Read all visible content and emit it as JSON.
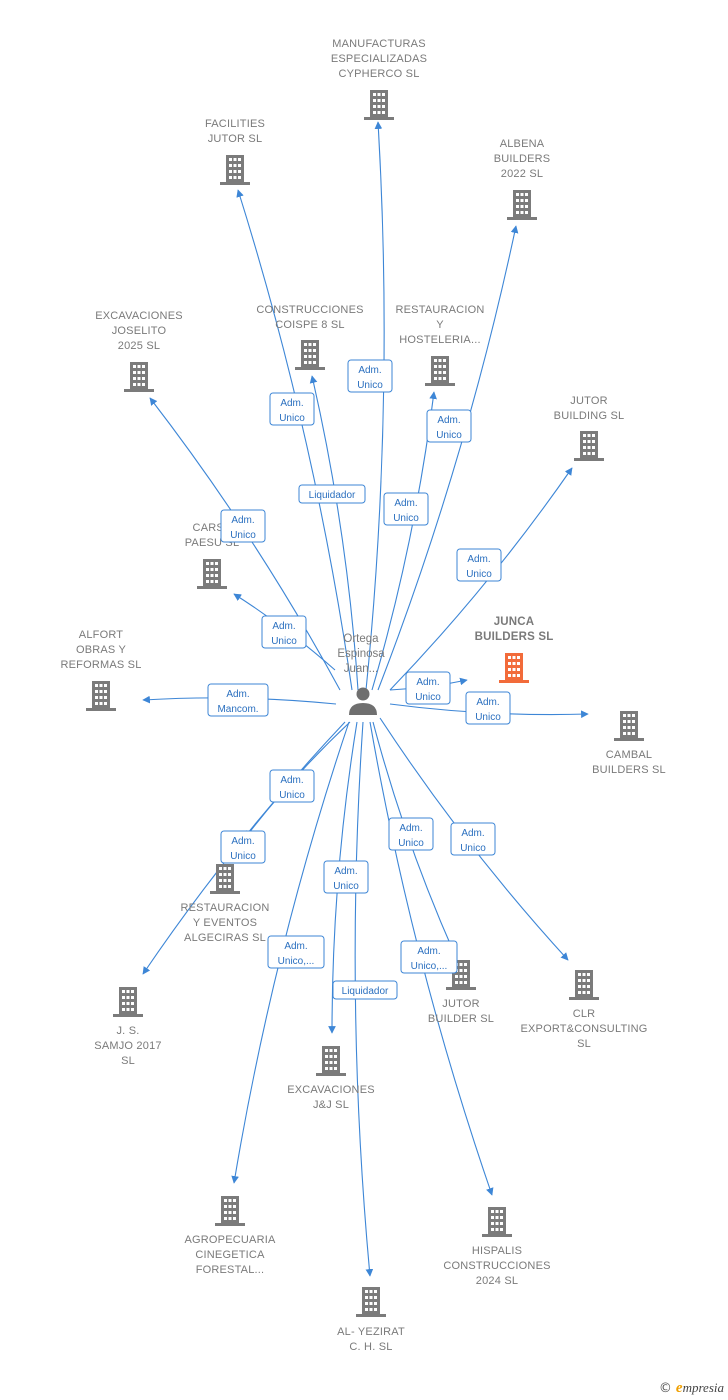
{
  "diagram": {
    "center_label_lines": [
      "Ortega",
      "Espinosa",
      "Juan..."
    ],
    "center_icon": "person-icon",
    "node_icon": "building-icon",
    "colors": {
      "edge": "#3d86d6",
      "building": "#7b7b7b",
      "highlight": "#f26b3a",
      "label": "#7a7a7a"
    },
    "nodes": [
      {
        "id": "manufacturas",
        "label_lines": [
          "MANUFACTURAS",
          "ESPECIALIZADAS",
          "CYPHERCO  SL"
        ],
        "relation": "Adm. Unico"
      },
      {
        "id": "facilities",
        "label_lines": [
          "FACILITIES",
          "JUTOR  SL"
        ],
        "relation": "Adm. Unico"
      },
      {
        "id": "albena",
        "label_lines": [
          "ALBENA",
          "BUILDERS",
          "2022  SL"
        ],
        "relation": "Adm. Unico"
      },
      {
        "id": "excavaciones-joselito",
        "label_lines": [
          "EXCAVACIONES",
          "JOSELITO",
          "2025  SL"
        ],
        "relation": "Adm. Unico"
      },
      {
        "id": "construcciones-coispe",
        "label_lines": [
          "CONSTRUCCIONES",
          "COISPE 8 SL"
        ],
        "relation": "Liquidador"
      },
      {
        "id": "restauracion-hosteleria",
        "label_lines": [
          "RESTAURACION",
          "Y",
          "HOSTELERIA..."
        ],
        "relation": "Adm. Unico"
      },
      {
        "id": "jutor-building",
        "label_lines": [
          "JUTOR",
          "BUILDING  SL"
        ],
        "relation": "Adm. Unico"
      },
      {
        "id": "carsa-paesu",
        "label_lines": [
          "CARSA",
          "PAESU  SL"
        ],
        "relation": "Adm. Unico"
      },
      {
        "id": "junca",
        "label_lines": [
          "JUNCA",
          "BUILDERS  SL"
        ],
        "relation": "Adm. Unico",
        "highlight": true
      },
      {
        "id": "alfort",
        "label_lines": [
          "ALFORT",
          "OBRAS Y",
          "REFORMAS  SL"
        ],
        "relation": "Adm. Mancom."
      },
      {
        "id": "cambal",
        "label_lines": [
          "CAMBAL",
          "BUILDERS  SL"
        ],
        "relation": "Adm. Unico"
      },
      {
        "id": "restauracion-eventos",
        "label_lines": [
          "RESTAURACION",
          "Y EVENTOS",
          "ALGECIRAS SL"
        ],
        "relation": "Adm. Unico"
      },
      {
        "id": "js-samjo",
        "label_lines": [
          "J.  S.",
          "SAMJO 2017",
          "SL"
        ],
        "relation": "Adm. Unico"
      },
      {
        "id": "excavaciones-jj",
        "label_lines": [
          "EXCAVACIONES",
          "J&J  SL"
        ],
        "relation": "Adm. Unico"
      },
      {
        "id": "jutor-builder",
        "label_lines": [
          "JUTOR",
          "BUILDER  SL"
        ],
        "relation": "Adm. Unico"
      },
      {
        "id": "clr",
        "label_lines": [
          "CLR",
          "EXPORT&CONSULTING",
          "SL"
        ],
        "relation": "Adm. Unico"
      },
      {
        "id": "agropecuaria",
        "label_lines": [
          "AGROPECUARIA",
          "CINEGETICA",
          "FORESTAL..."
        ],
        "relation": "Adm. Unico,..."
      },
      {
        "id": "hispalis",
        "label_lines": [
          "HISPALIS",
          "CONSTRUCCIONES",
          "2024  SL"
        ],
        "relation": "Adm. Unico,..."
      },
      {
        "id": "al-yezirat",
        "label_lines": [
          "AL- YEZIRAT",
          "C.  H.  SL"
        ],
        "relation": "Liquidador"
      }
    ]
  },
  "footer": {
    "copyright_symbol": "©",
    "brand_initial": "e",
    "brand_rest": "mpresia"
  }
}
